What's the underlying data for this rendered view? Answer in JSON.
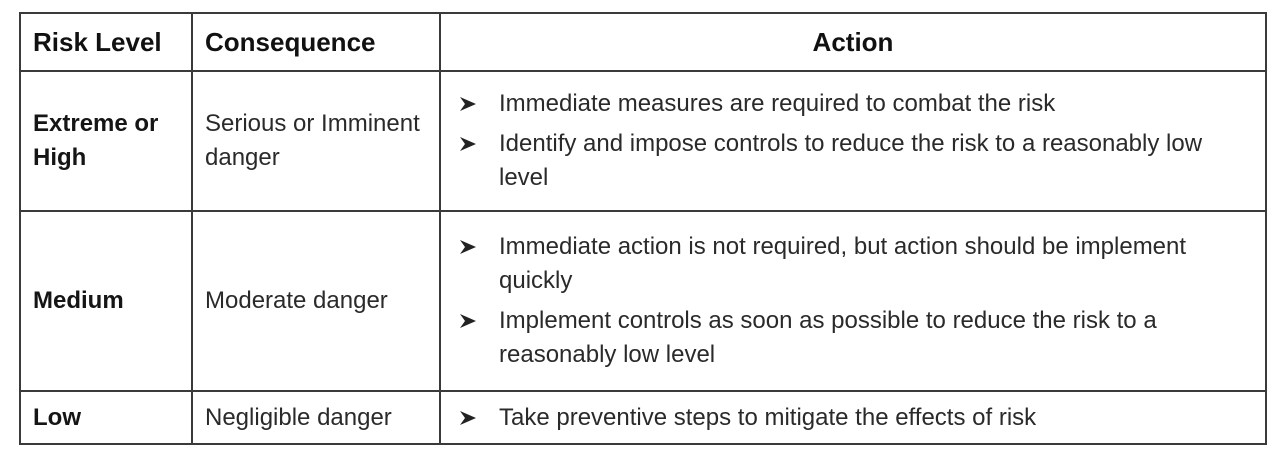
{
  "headers": {
    "risk_level": "Risk Level",
    "consequence": "Consequence",
    "action": "Action"
  },
  "rows": [
    {
      "level": "Extreme or High",
      "consequence": "Serious or Imminent danger",
      "actions": [
        "Immediate measures are required to combat the risk",
        "Identify and impose controls to reduce the risk to a reasonably low level"
      ]
    },
    {
      "level": "Medium",
      "consequence": "Moderate danger",
      "actions": [
        "Immediate action is not required, but action should be implement quickly",
        "Implement controls as soon as possible to reduce the risk to a reasonably low level"
      ]
    },
    {
      "level": "Low",
      "consequence": "Negligible danger",
      "actions": [
        "Take preventive steps to mitigate the effects of risk"
      ]
    }
  ],
  "icons": {
    "bullet": "arrow-bullet-icon"
  },
  "colors": {
    "border": "#3a3a3a",
    "text": "#222222"
  }
}
